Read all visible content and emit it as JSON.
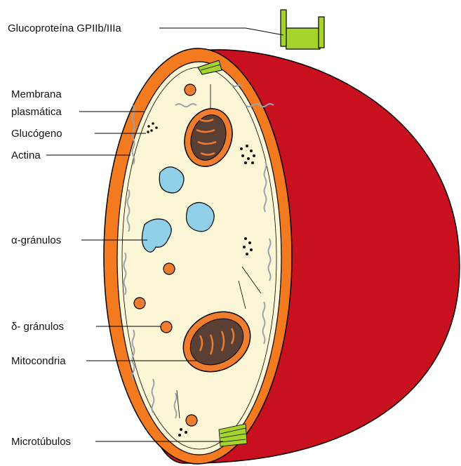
{
  "labels": {
    "glycoprotein": "Glucoproteína GPIIb/IIIa",
    "membrane_line1": "Membrana",
    "membrane_line2": "plasmática",
    "glycogen": "Glucógeno",
    "actin": "Actina",
    "alpha_granules": "α-gránulos",
    "delta_granules": "δ- gránulos",
    "mitochondria": "Mitocondria",
    "microtubules": "Microtúbulos"
  },
  "colors": {
    "outer_shell": "#c8101e",
    "membrane": "#f47a20",
    "cytoplasm": "#fbf6d6",
    "alpha_granule": "#8fd0e8",
    "delta_granule": "#f07c2e",
    "mitochondrion": "#f07c2e",
    "mitochondrion_inner": "#5a3f35",
    "receptor": "#a6d42c",
    "microtubule": "#9aa3ad",
    "outline": "#000000"
  }
}
